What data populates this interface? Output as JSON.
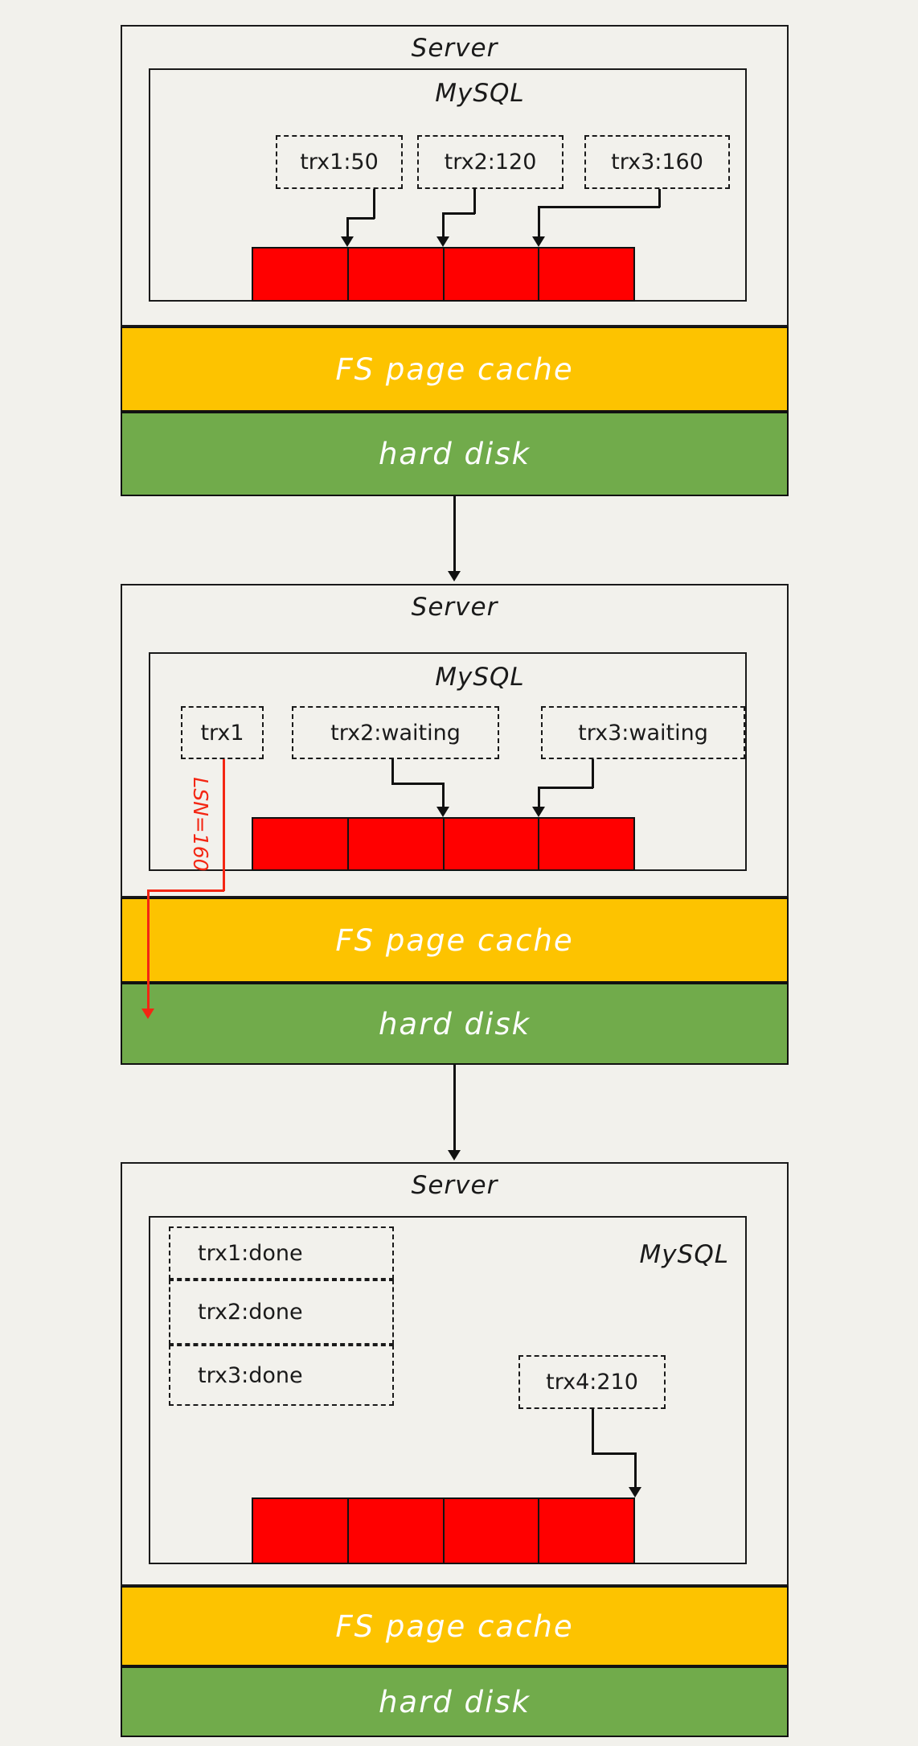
{
  "colors": {
    "background": "#f2f1ec",
    "redo_buffer_fill": "#ff0000",
    "fs_cache_fill": "#fdc300",
    "hard_disk_fill": "#71ab4b",
    "stroke": "#1a1a1a",
    "lsn_accent": "#f42613"
  },
  "panels": [
    {
      "server_label": "Server",
      "mysql_label": "MySQL",
      "transactions": [
        {
          "label": "trx1:50"
        },
        {
          "label": "trx2:120"
        },
        {
          "label": "trx3:160"
        }
      ],
      "buffer_segments": 4,
      "fs_cache_label": "FS page cache",
      "hard_disk_label": "hard disk"
    },
    {
      "server_label": "Server",
      "mysql_label": "MySQL",
      "transactions": [
        {
          "label": "trx1"
        },
        {
          "label": "trx2:waiting"
        },
        {
          "label": "trx3:waiting"
        }
      ],
      "lsn_label": "LSN=160",
      "buffer_segments": 4,
      "fs_cache_label": "FS page cache",
      "hard_disk_label": "hard disk"
    },
    {
      "server_label": "Server",
      "mysql_label": "MySQL",
      "done_transactions": [
        {
          "label": "trx1:done"
        },
        {
          "label": "trx2:done"
        },
        {
          "label": "trx3:done"
        }
      ],
      "new_transaction": {
        "label": "trx4:210"
      },
      "buffer_segments": 4,
      "fs_cache_label": "FS page cache",
      "hard_disk_label": "hard disk"
    }
  ]
}
